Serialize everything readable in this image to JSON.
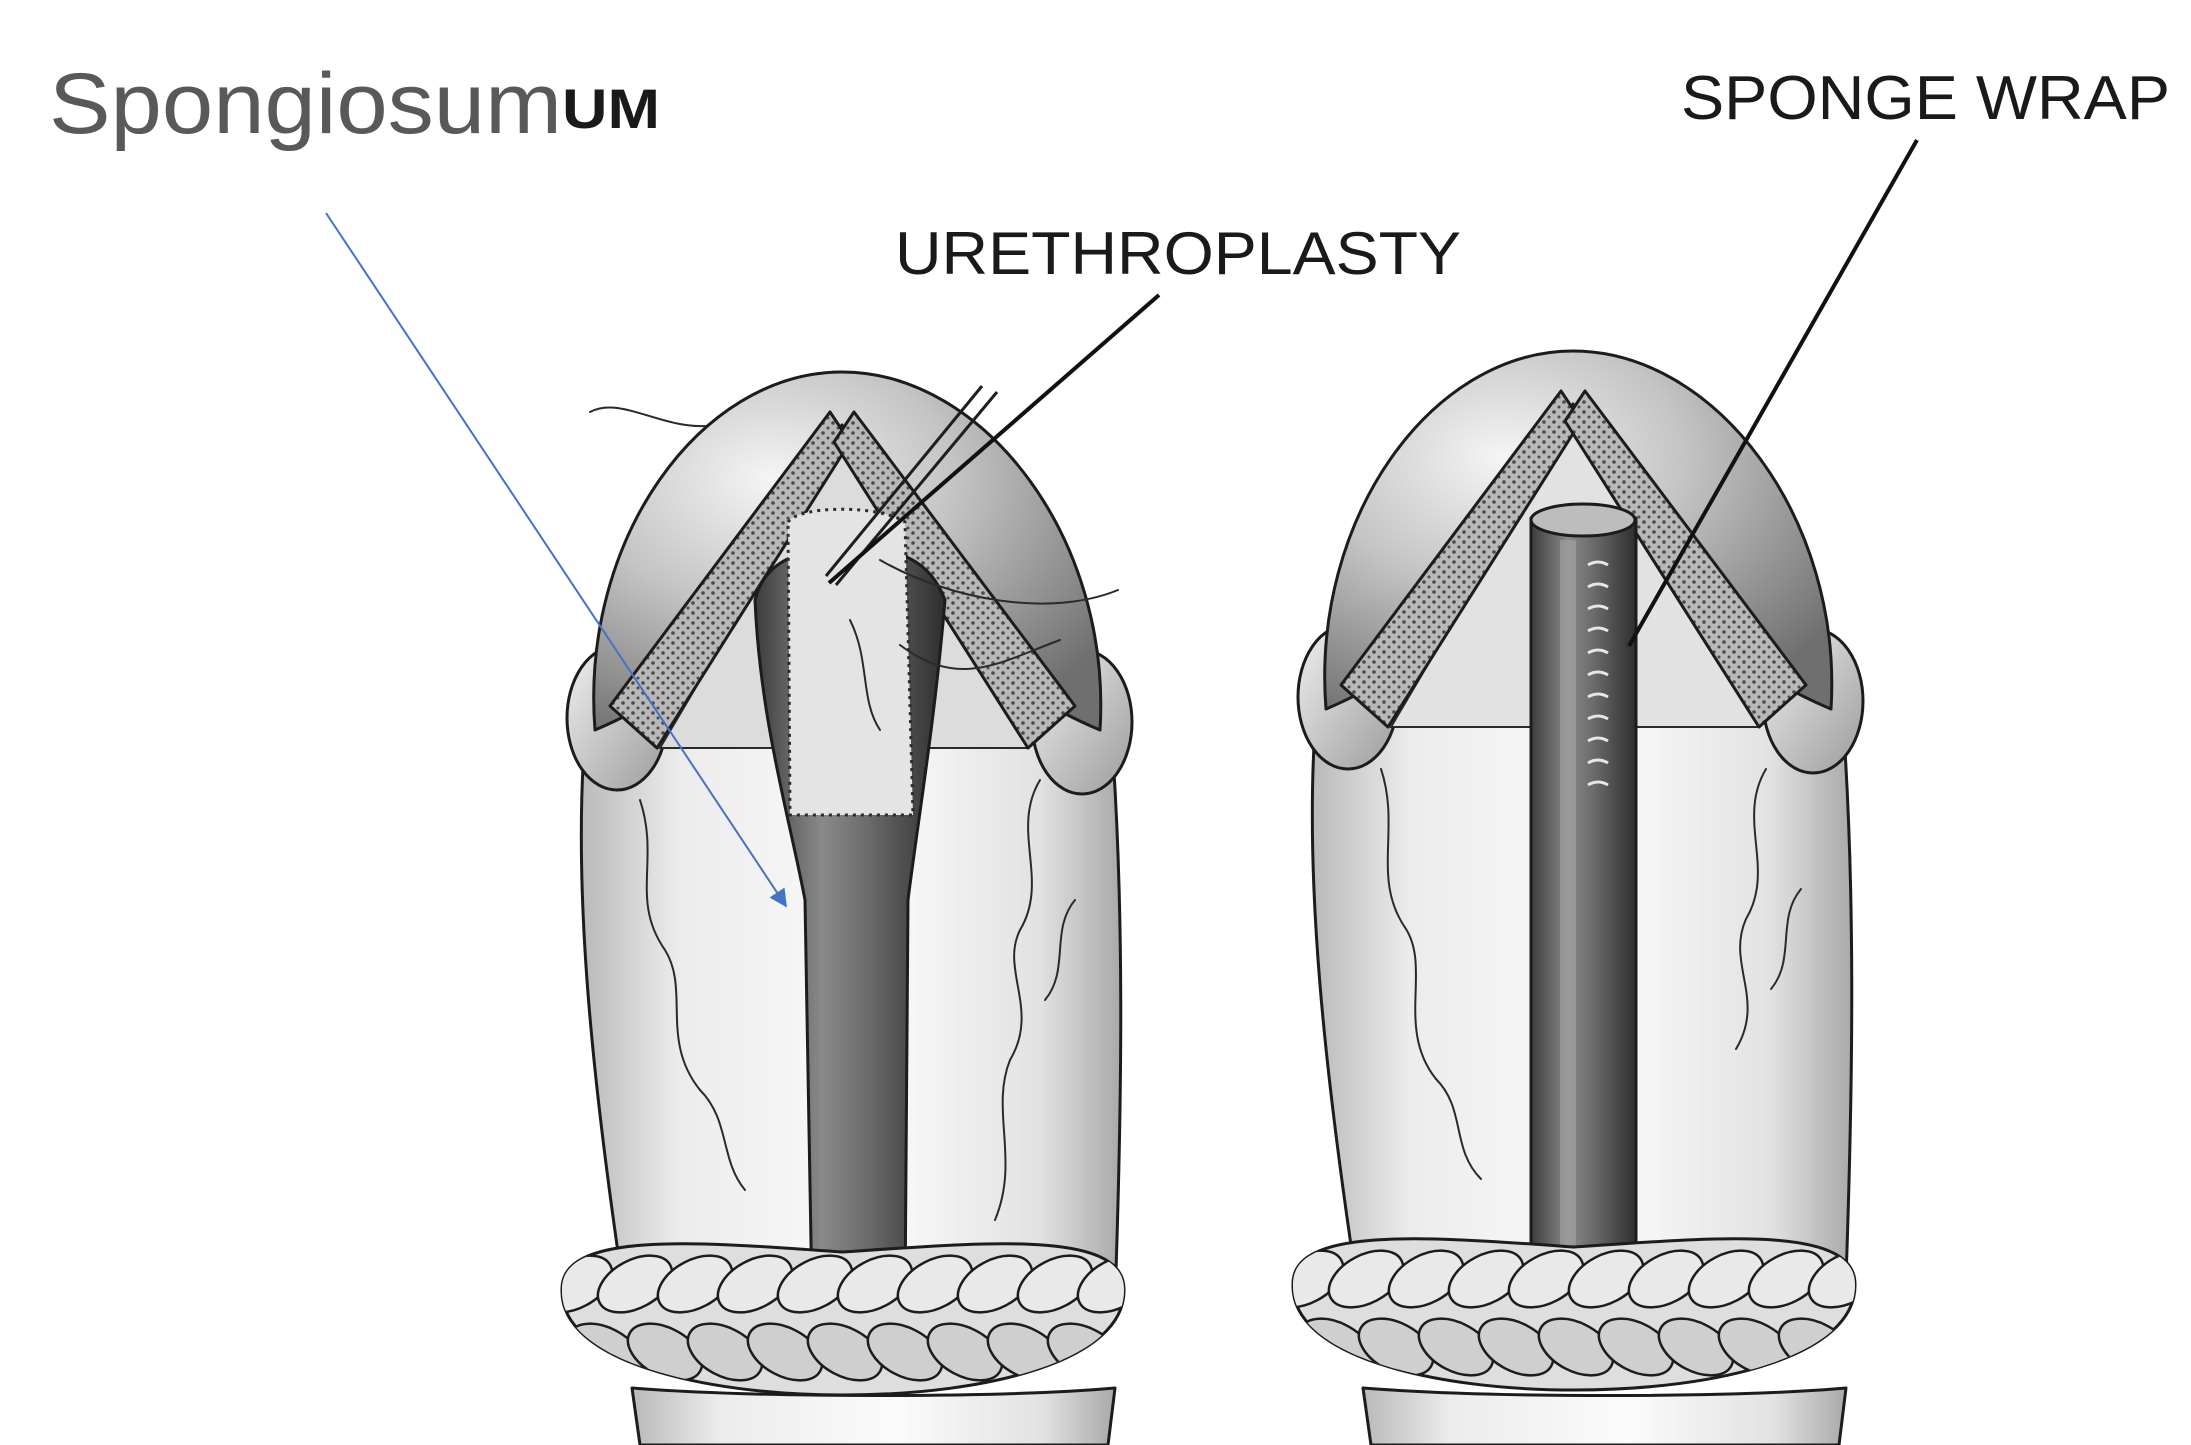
{
  "labels": {
    "spongiosum": "Spongiosum",
    "partial_label": "UM",
    "urethroplasty": "URETHROPLASTY",
    "sponge_wrap": "SPONGE WRAP"
  },
  "colors": {
    "spongiosum_label": "#595959",
    "arrow": "#4472C4",
    "printed_labels": "#1a1a1a",
    "leader_lines": "#111111"
  }
}
